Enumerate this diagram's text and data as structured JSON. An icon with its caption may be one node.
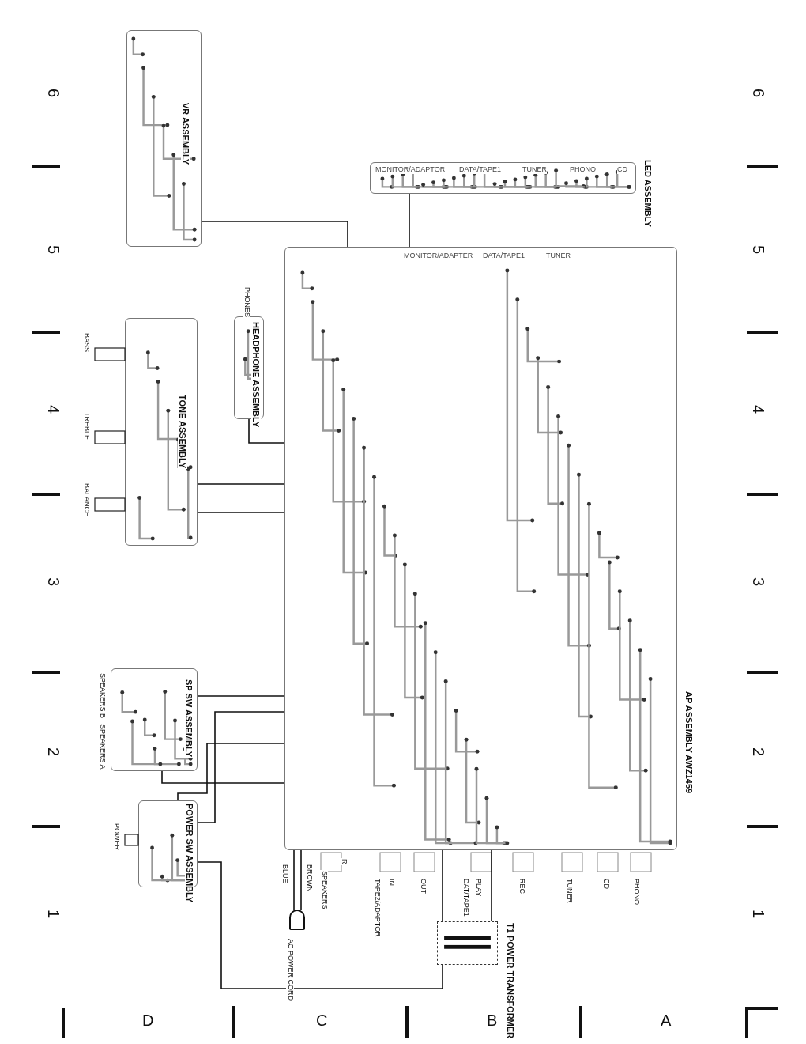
{
  "diagram": {
    "nodes": [
      {
        "text": [
          "VR ASSEMBLY"
        ]
      },
      {
        "text": [
          "LED ASSEMBLY",
          "MONITOR/ADAPTOR",
          "DATA/TAPE1",
          "TUNER",
          "PHONO",
          "CD"
        ]
      },
      {
        "text": [
          "AP ASSEMBLY AWZ1459",
          "MONITOR/ADAPTER",
          "DATA/TAPE1",
          "TUNER"
        ]
      },
      {
        "text": [
          "TONE ASSEMBLY"
        ]
      },
      {
        "text": [
          "HEADPHONE ASSEMBLY"
        ],
        "beside": [
          "PHONES"
        ]
      },
      {
        "text": [
          "SP SW ASSEMBLY"
        ],
        "beside": [
          "SPEAKERS A",
          "SPEAKERS B"
        ]
      },
      {
        "text": [
          "POWER SW ASSEMBLY"
        ],
        "beside": [
          "POWER"
        ]
      },
      {
        "text": [
          "T1 POWER TRANSFORMER"
        ]
      },
      {
        "text": [],
        "shape": "plug",
        "beside": [
          "AC POWER CORD",
          "BLUE",
          "BROWN"
        ]
      }
    ],
    "edges": [
      {
        "from": 0,
        "to": 2,
        "arrow": "none"
      },
      {
        "from": 1,
        "to": 2,
        "arrow": "none"
      },
      {
        "from": 3,
        "to": 2,
        "arrow": "none"
      },
      {
        "from": 3,
        "to": 2,
        "arrow": "none"
      },
      {
        "from": 4,
        "to": 2,
        "arrow": "none"
      },
      {
        "from": 5,
        "to": 2,
        "arrow": "none"
      },
      {
        "from": 5,
        "to": 2,
        "arrow": "none"
      },
      {
        "from": 6,
        "to": 2,
        "arrow": "none"
      },
      {
        "from": 6,
        "to": 2,
        "arrow": "none"
      },
      {
        "from": 7,
        "to": 2,
        "arrow": "none"
      },
      {
        "from": 7,
        "to": 2,
        "arrow": "none"
      },
      {
        "from": 7,
        "to": 6,
        "arrow": "none"
      },
      {
        "from": 8,
        "to": 2,
        "arrow": "none"
      },
      {
        "from": 8,
        "to": 2,
        "arrow": "none"
      }
    ],
    "labels": [
      "6",
      "5",
      "4",
      "3",
      "2",
      "1",
      "6",
      "5",
      "4",
      "3",
      "2",
      "1",
      "BASS",
      "TREBLE",
      "BALANCE",
      "SPEAKERS",
      "R",
      "TAPE2/ADAPTOR",
      "IN",
      "OUT",
      "DAT/TAPE1",
      "PLAY",
      "REC",
      "TUNER",
      "CD",
      "PHONO",
      "D",
      "C",
      "B",
      "A"
    ]
  }
}
